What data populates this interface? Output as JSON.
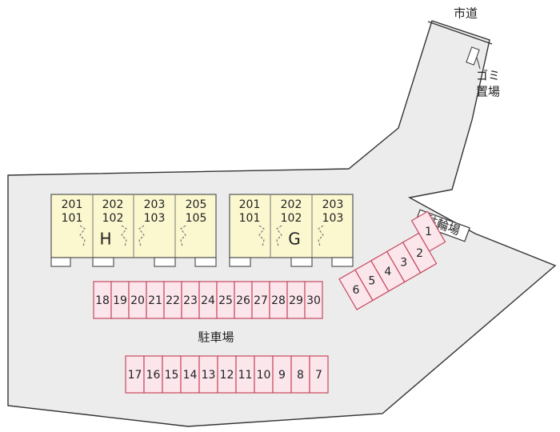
{
  "labels": {
    "road": "市道",
    "garbage_line1": "ゴミ",
    "garbage_line2": "置場",
    "bicycle": "駐輪場",
    "parking": "駐車場"
  },
  "buildings": {
    "H": {
      "name": "H",
      "units": [
        {
          "upper": "201",
          "lower": "101"
        },
        {
          "upper": "202",
          "lower": "102"
        },
        {
          "upper": "203",
          "lower": "103"
        },
        {
          "upper": "205",
          "lower": "105"
        }
      ]
    },
    "G": {
      "name": "G",
      "units": [
        {
          "upper": "201",
          "lower": "101"
        },
        {
          "upper": "202",
          "lower": "102"
        },
        {
          "upper": "203",
          "lower": "103"
        }
      ]
    }
  },
  "parking": {
    "top_row": [
      "18",
      "19",
      "20",
      "21",
      "22",
      "23",
      "24",
      "25",
      "26",
      "27",
      "28",
      "29",
      "30"
    ],
    "bottom_row": [
      "17",
      "16",
      "15",
      "14",
      "13",
      "12",
      "11",
      "10",
      "9",
      "8",
      "7"
    ],
    "diagonal_row": [
      "1",
      "2",
      "3",
      "4",
      "5",
      "6"
    ]
  },
  "colors": {
    "building_fill": "#fbf7cf",
    "parking_fill": "#fbe6ec",
    "parking_stroke": "#c8485f",
    "lot_fill": "#ececec"
  }
}
